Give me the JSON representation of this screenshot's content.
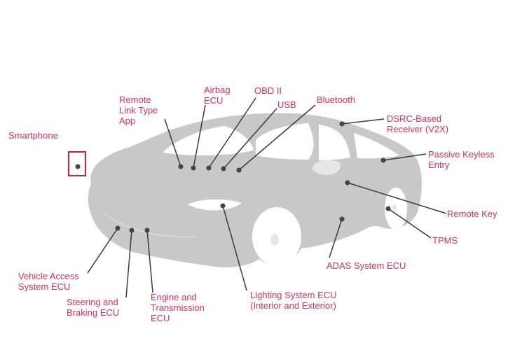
{
  "labels": {
    "smartphone": "Smartphone",
    "remote_app": "Remote\nLink Type\nApp",
    "airbag": "Airbag\nECU",
    "obd": "OBD II",
    "usb": "USB",
    "bluetooth": "Bluetooth",
    "dsrc": "DSRC-Based\nReceiver (V2X)",
    "keyless": "Passive Keyless\nEntry",
    "remote_key": "Remote Key",
    "tpms": "TPMS",
    "adas": "ADAS System ECU",
    "vehicle_access": "Vehicle Access\nSystem ECU",
    "steering": "Steering and\nBraking ECU",
    "engine": "Engine and\nTransmission\nECU",
    "lighting": "Lighting System ECU\n(Interior and Exterior)"
  },
  "colors": {
    "label": "#d62f5a",
    "car_body": "#c8c8c8",
    "glass": "#ffffff",
    "line": "#3a3a3a",
    "dot": "#444444",
    "phone_frame": "#d0202a"
  }
}
